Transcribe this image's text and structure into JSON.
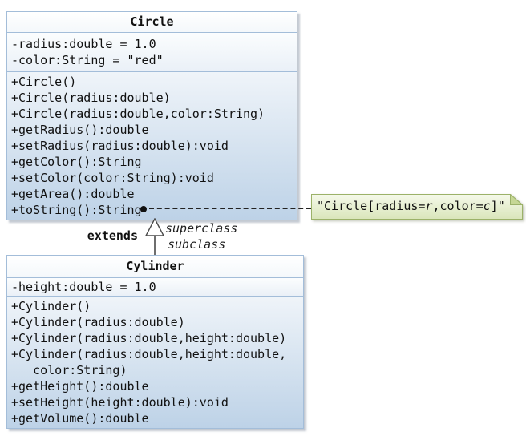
{
  "diagram": {
    "classes": [
      {
        "name": "Circle",
        "fields": [
          "-radius:double = 1.0",
          "-color:String = \"red\""
        ],
        "methods": [
          "+Circle()",
          "+Circle(radius:double)",
          "+Circle(radius:double,color:String)",
          "+getRadius():double",
          "+setRadius(radius:double):void",
          "+getColor():String",
          "+setColor(color:String):void",
          "+getArea():double",
          "+toString():String"
        ]
      },
      {
        "name": "Cylinder",
        "fields": [
          "-height:double = 1.0"
        ],
        "methods": [
          "+Cylinder()",
          "+Cylinder(radius:double)",
          "+Cylinder(radius:double,height:double)",
          "+Cylinder(radius:double,height:double,",
          "   color:String)",
          "+getHeight():double",
          "+setHeight(height:double):void",
          "+getVolume():double"
        ]
      }
    ],
    "relationship": {
      "label": "extends",
      "superclass_label": "superclass",
      "subclass_label": "subclass"
    },
    "note": {
      "prefix": "\"Circle[radius=",
      "italic1": "r",
      "mid": ",color=",
      "italic2": "c",
      "suffix": "]\""
    },
    "colors": {
      "box_border": "#a3bdd9",
      "methods_gradient_bottom": "#bdd2e7",
      "note_border": "#9cb269",
      "note_fill_top": "#f5f9ea",
      "note_fill_bottom": "#d9e5ba",
      "note_fold": "#c6d795",
      "line": "#222222"
    }
  }
}
